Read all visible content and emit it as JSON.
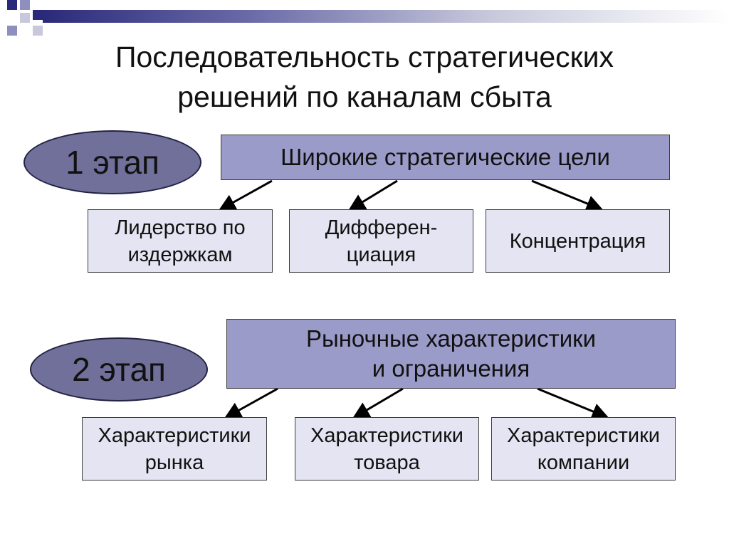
{
  "title": {
    "line1": "Последовательность стратегических",
    "line2": "решений по каналам сбыта"
  },
  "stage1": {
    "label": "1 этап",
    "goal": "Широкие стратегические цели",
    "options": [
      {
        "line1": "Лидерство по",
        "line2": "издержкам"
      },
      {
        "line1": "Дифферен-",
        "line2": "циация"
      },
      {
        "line1": "Концентрация",
        "line2": ""
      }
    ]
  },
  "stage2": {
    "label": "2 этап",
    "goal_line1": "Рыночные характеристики",
    "goal_line2": "и ограничения",
    "options": [
      {
        "line1": "Характеристики",
        "line2": "рынка"
      },
      {
        "line1": "Характеристики",
        "line2": "товара"
      },
      {
        "line1": "Характеристики",
        "line2": "компании"
      }
    ]
  },
  "colors": {
    "stage_fill": "#70709a",
    "header_fill": "#9b9bc9",
    "option_fill": "#e4e4f2",
    "deco_dark": "#2a2a7a",
    "deco_light": "#c8c8dc"
  }
}
